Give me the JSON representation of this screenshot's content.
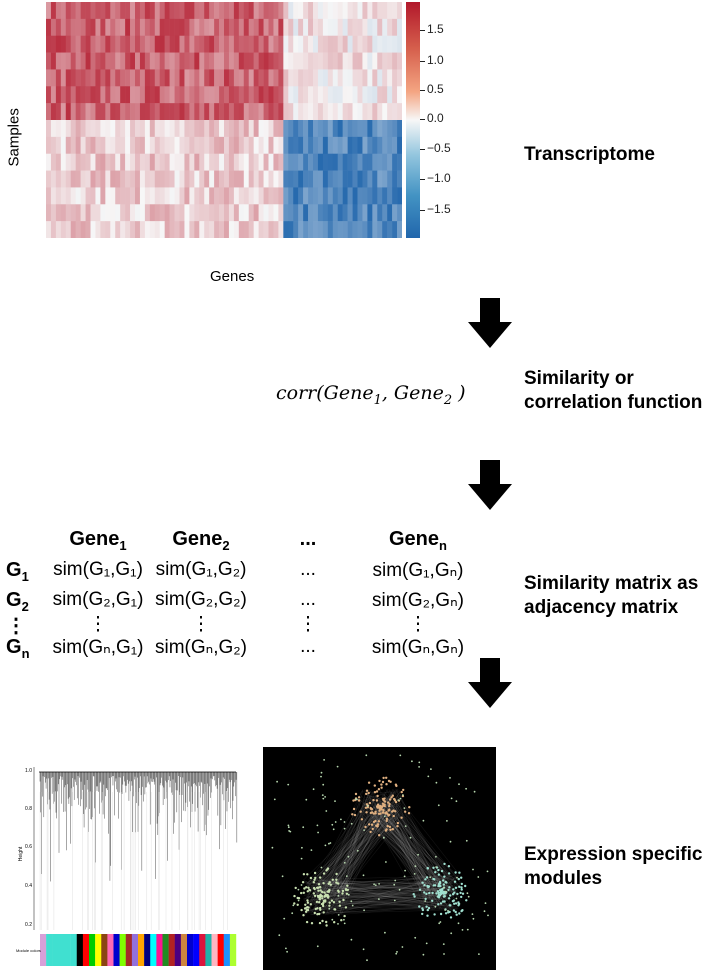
{
  "heatmap": {
    "ylabel": "Samples",
    "xlabel": "Genes",
    "colorbar_ticks": [
      "1.5",
      "1.0",
      "0.5",
      "0.0",
      "−0.5",
      "−1.0",
      "−1.5"
    ],
    "colors": {
      "high": "#b2182b",
      "mid": "#f7f7f7",
      "low": "#2166ac"
    }
  },
  "steps": {
    "transcriptome": "Transcriptome",
    "similarity_line1": "Similarity or",
    "similarity_line2": "correlation function",
    "matrix_line1": "Similarity matrix as",
    "matrix_line2": "adjacency matrix",
    "modules_line1": "Expression specific",
    "modules_line2": "modules"
  },
  "formula": {
    "prefix": "corr(Gene",
    "sub1": "1",
    "middle": ", Gene",
    "sub2": "2",
    "suffix": " )"
  },
  "matrix": {
    "headers": [
      {
        "base": "Gene",
        "sub": "1"
      },
      {
        "base": "Gene",
        "sub": "2"
      },
      {
        "base": "...",
        "sub": ""
      },
      {
        "base": "Gene",
        "sub": "n"
      }
    ],
    "row_labels": [
      {
        "base": "G",
        "sub": "1"
      },
      {
        "base": "G",
        "sub": "2"
      },
      {
        "base": "⋮",
        "sub": ""
      },
      {
        "base": "G",
        "sub": "n"
      }
    ],
    "cells": [
      [
        "sim(G₁,G₁)",
        "sim(G₁,G₂)",
        "...",
        "sim(G₁,Gₙ)"
      ],
      [
        "sim(G₂,G₁)",
        "sim(G₂,G₂)",
        "...",
        "sim(G₂,Gₙ)"
      ],
      [
        "⋮",
        "⋮",
        "⋮",
        "⋮"
      ],
      [
        "sim(Gₙ,G₁)",
        "sim(Gₙ,G₂)",
        "...",
        "sim(Gₙ,Gₙ)"
      ]
    ]
  },
  "dendrogram": {
    "ylabel": "Height",
    "ticks": [
      "1.0",
      "0.8",
      "0.6",
      "0.4",
      "0.2"
    ],
    "module_label": "Module colors"
  }
}
